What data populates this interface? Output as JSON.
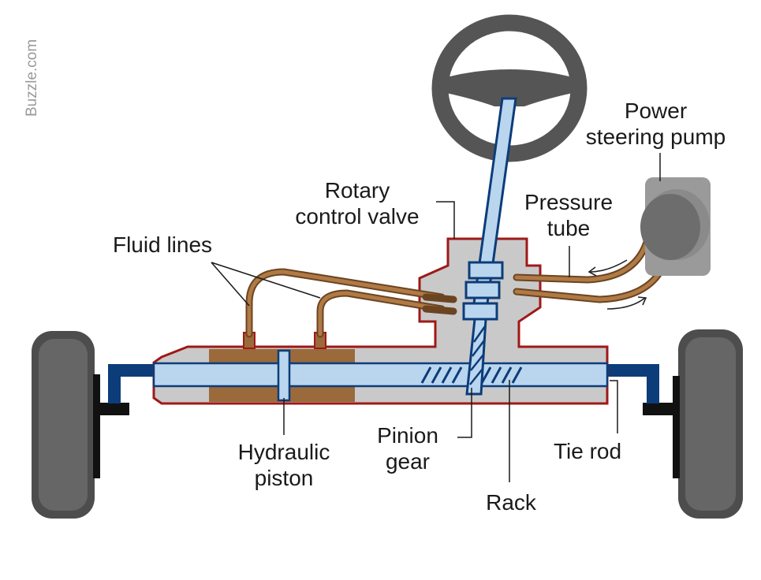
{
  "watermark": "Buzzle.com",
  "labels": {
    "power_steering_pump": [
      "Power",
      "steering pump"
    ],
    "rotary_control_valve": [
      "Rotary",
      "control valve"
    ],
    "pressure_tube": [
      "Pressure",
      "tube"
    ],
    "fluid_lines": "Fluid lines",
    "pinion_gear": [
      "Pinion",
      "gear"
    ],
    "hydraulic_piston": [
      "Hydraulic",
      "piston"
    ],
    "tie_rod": "Tie rod",
    "rack": "Rack"
  },
  "colors": {
    "housing_fill": "#c9c9c9",
    "housing_outline": "#a01818",
    "rack": "#0d3c7a",
    "shaft_fill": "#b9d6ee",
    "fluid": "#9a6a3a",
    "tire": "#4d4d4d",
    "pump": "#8e8e8e"
  }
}
